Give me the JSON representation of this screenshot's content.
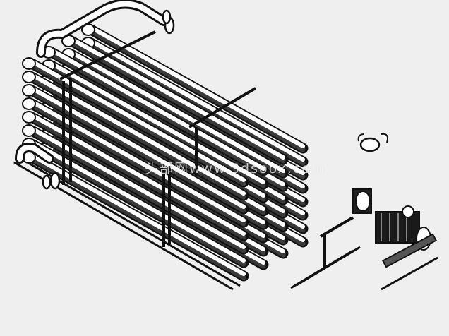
{
  "scene": {
    "subject": "tube-heat-exchanger-assembly",
    "background_color": "#efefef",
    "line_color": "#111111",
    "tube_highlight": "#ffffff",
    "tube_shadow": "#000000",
    "tube_rows": 8,
    "tube_columns": 4,
    "icons": [
      "flange-icon",
      "pump-motor-icon"
    ]
  },
  "watermark": {
    "text": "头部网www.3dsoox.com"
  }
}
